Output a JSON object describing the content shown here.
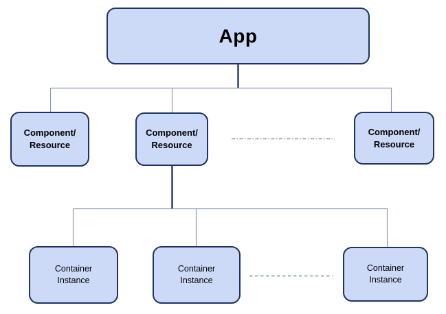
{
  "diagram": {
    "type": "hierarchy-tree",
    "colors": {
      "background": "#ffffff",
      "node_fill": "#ccdaf8",
      "node_border": "#1e3361",
      "text_color": "#000000",
      "connector_dark": "#24366b",
      "connector_light": "#8e9aae",
      "ellipsis_dashdot": "#8a92ab",
      "ellipsis_dashed": "#5f6fa0"
    },
    "nodes": {
      "app": {
        "label": "App"
      },
      "component_left": {
        "label": "Component/\nResource"
      },
      "component_middle": {
        "label": "Component/\nResource"
      },
      "component_right": {
        "label": "Component/\nResource"
      },
      "container_left": {
        "label": "Container\nInstance"
      },
      "container_middle": {
        "label": "Container\nInstance"
      },
      "container_right": {
        "label": "Container\nInstance"
      }
    }
  }
}
